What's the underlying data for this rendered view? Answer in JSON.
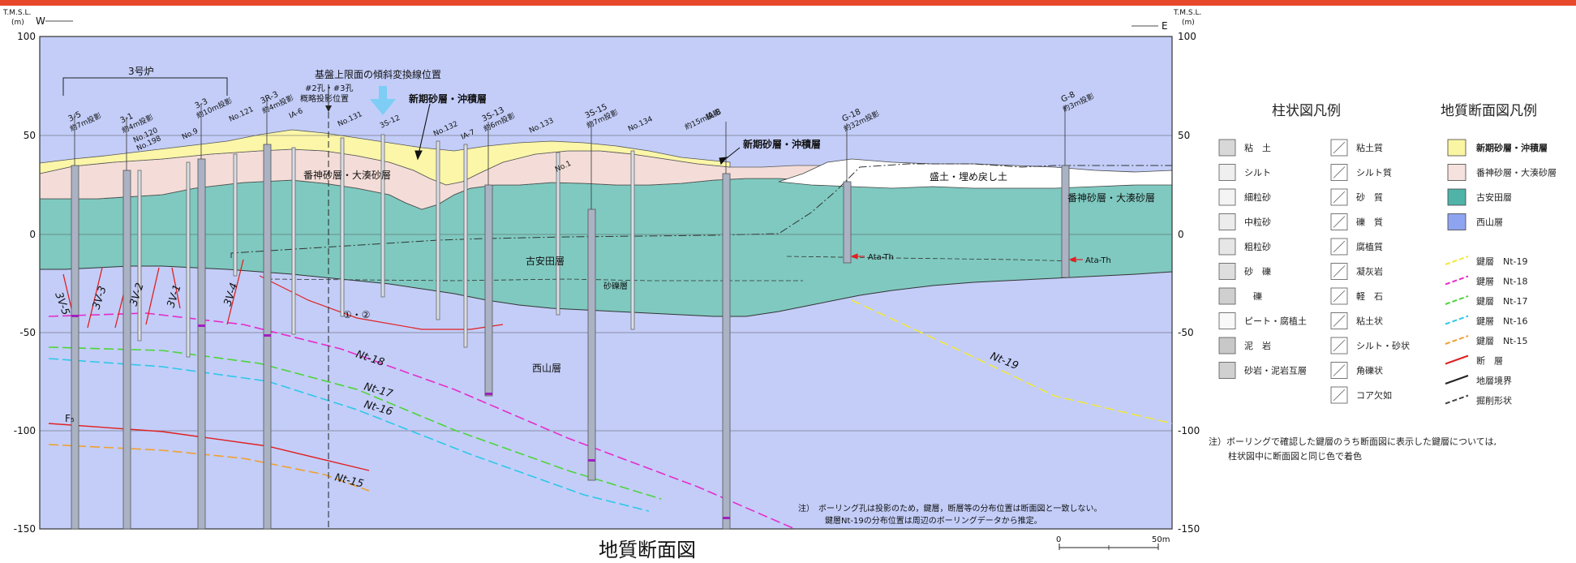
{
  "top_bar_color": "#e8482a",
  "title": "地質断面図",
  "axes": {
    "unit_top": "T.M.S.L.",
    "unit": "(m)",
    "west": "W",
    "east": "E",
    "ticks": [
      "100",
      "50",
      "0",
      "-50",
      "-100",
      "-150"
    ],
    "tick_values": [
      100,
      50,
      0,
      -50,
      -100,
      -150
    ]
  },
  "annotations": {
    "reactor": "3号炉",
    "slope_change": "基盤上限面の傾斜変換線位置",
    "proj_line1": "#2孔・#3孔",
    "proj_line2": "概略投影位置",
    "new_sand_1": "新期砂層・沖積層",
    "new_sand_2": "新期砂層・沖積層",
    "banjin_1": "番神砂層・大湊砂層",
    "banjin_2": "番神砂層・大湊砂層",
    "fill": "盛土・埋め戻し土",
    "koyasuda": "古安田層",
    "gravel": "砂礫層",
    "nishiyama": "西山層",
    "ata_1": "Ata-Th",
    "ata_2": "Ata-Th",
    "circled": "①・②",
    "f5": "F₅",
    "note_bottom_1": "注）　ボーリング孔は投影のため，鍵層，断層等の分布位置は断面図と一致しない。",
    "note_bottom_2": "鍵層Nt-19の分布位置は周辺のボーリングデータから推定。"
  },
  "key_beds": [
    {
      "name": "Nt-19",
      "color": "#f2e83a"
    },
    {
      "name": "Nt-18",
      "color": "#e62ccb"
    },
    {
      "name": "Nt-17",
      "color": "#4ed43a"
    },
    {
      "name": "Nt-16",
      "color": "#2ec8e8"
    },
    {
      "name": "Nt-15",
      "color": "#f0a030"
    }
  ],
  "faults": [
    "3V-5",
    "3V-3",
    "3V-2",
    "3V-1",
    "3V-4"
  ],
  "boreholes": [
    {
      "id": "3-5",
      "note": "約7m投影"
    },
    {
      "id": "3-1",
      "note": "約4m投影"
    },
    {
      "id": "3-3",
      "note": "約10m投影"
    },
    {
      "id": "3R-3",
      "note": "約4m投影"
    },
    {
      "id": "3S-13",
      "note": "約6m投影"
    },
    {
      "id": "3S-15",
      "note": "約7m投影"
    },
    {
      "id": "IA-8",
      "note": "約15m投影"
    },
    {
      "id": "G-18",
      "note": "約32m投影"
    },
    {
      "id": "G-8",
      "note": "約3m投影"
    }
  ],
  "small_labels": [
    "No.120",
    "No.198",
    "No.9",
    "No.121",
    "IA-6",
    "No.131",
    "3S-12",
    "No.132",
    "IA-7",
    "No.133",
    "No.134",
    "No.1"
  ],
  "pillar_legend": {
    "title": "柱状図凡例",
    "col1": [
      "粘　土",
      "シルト",
      "細粒砂",
      "中粒砂",
      "粗粒砂",
      "砂　礫",
      "　礫",
      "ピート・腐植土",
      "泥　岩",
      "砂岩・泥岩互層"
    ],
    "col2": [
      "粘土質",
      "シルト質",
      "砂　質",
      "礫　質",
      "腐植質",
      "凝灰岩",
      "軽　石",
      "粘土状",
      "シルト・砂状",
      "角礫状",
      "コア欠如"
    ]
  },
  "section_legend": {
    "title": "地質断面図凡例",
    "units": [
      {
        "label": "新期砂層・沖積層",
        "color": "#faf5a2"
      },
      {
        "label": "番神砂層・大湊砂層",
        "color": "#f5e1dd"
      },
      {
        "label": "古安田層",
        "color": "#4fb3a8"
      },
      {
        "label": "西山層",
        "color": "#8fa4f0"
      }
    ],
    "lines": [
      {
        "label": "鍵層　Nt-19",
        "color": "#f2e83a",
        "dash": true
      },
      {
        "label": "鍵層　Nt-18",
        "color": "#e62ccb",
        "dash": true
      },
      {
        "label": "鍵層　Nt-17",
        "color": "#4ed43a",
        "dash": true
      },
      {
        "label": "鍵層　Nt-16",
        "color": "#2ec8e8",
        "dash": true
      },
      {
        "label": "鍵層　Nt-15",
        "color": "#f0a030",
        "dash": true
      },
      {
        "label": "断　層",
        "color": "#e02020",
        "dash": false
      },
      {
        "label": "地層境界",
        "color": "#222222",
        "dash": false
      },
      {
        "label": "掘削形状",
        "color": "#444444",
        "dash": true
      }
    ]
  },
  "legend_note_1": "注）ボーリングで確認した鍵層のうち断面図に表示した鍵層については,",
  "legend_note_2": "柱状図中に断面図と同じ色で着色",
  "scale_bar": {
    "start": "0",
    "end": "50m"
  }
}
